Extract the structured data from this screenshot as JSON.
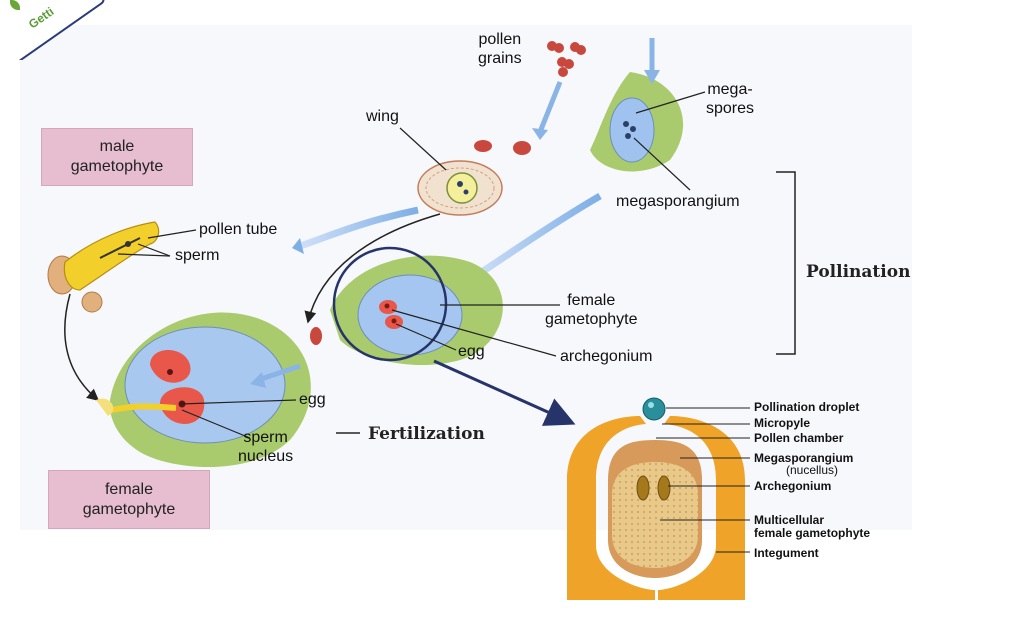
{
  "badge": {
    "text": "Getti"
  },
  "labels": {
    "pollen_grains": "pollen\ngrains",
    "mega_spores": "mega-\nspores",
    "megasporangium": "megasporangium",
    "wing": "wing",
    "male_gametophyte": "male\ngametophyte",
    "pollen_tube": "pollen tube",
    "sperm": "sperm",
    "pollination": "Pollination",
    "female_gametophyte_mid": "female\ngametophyte",
    "egg_mid": "egg",
    "archegonium": "archegonium",
    "egg_low": "egg",
    "fertilization": "Fertilization",
    "sperm_nucleus": "sperm\nnucleus",
    "female_gametophyte_box": "female\ngametophyte"
  },
  "detail": {
    "pollination_droplet": "Pollination droplet",
    "micropyle": "Micropyle",
    "pollen_chamber": "Pollen chamber",
    "megasporangium": "Megasporangium",
    "nucellus": "(nucellus)",
    "archegonium": "Archegonium",
    "multicellular_1": "Multicellular",
    "multicellular_2": "female gametophyte",
    "integument": "Integument"
  },
  "colors": {
    "arrow_blue": "#8ab4e6",
    "callout_navy": "#27346a",
    "ovule_green": "#9cc86a",
    "gametophyte_blue": "#a9c8ef",
    "egg_red": "#e8574a",
    "tube_yellow": "#f2cf2a",
    "label_box_pink": "#e7bdd0",
    "integument_orange": "#efa429",
    "nucellus_tan": "#d79a5a",
    "female_gametophyte_tan": "#e8c98a"
  }
}
